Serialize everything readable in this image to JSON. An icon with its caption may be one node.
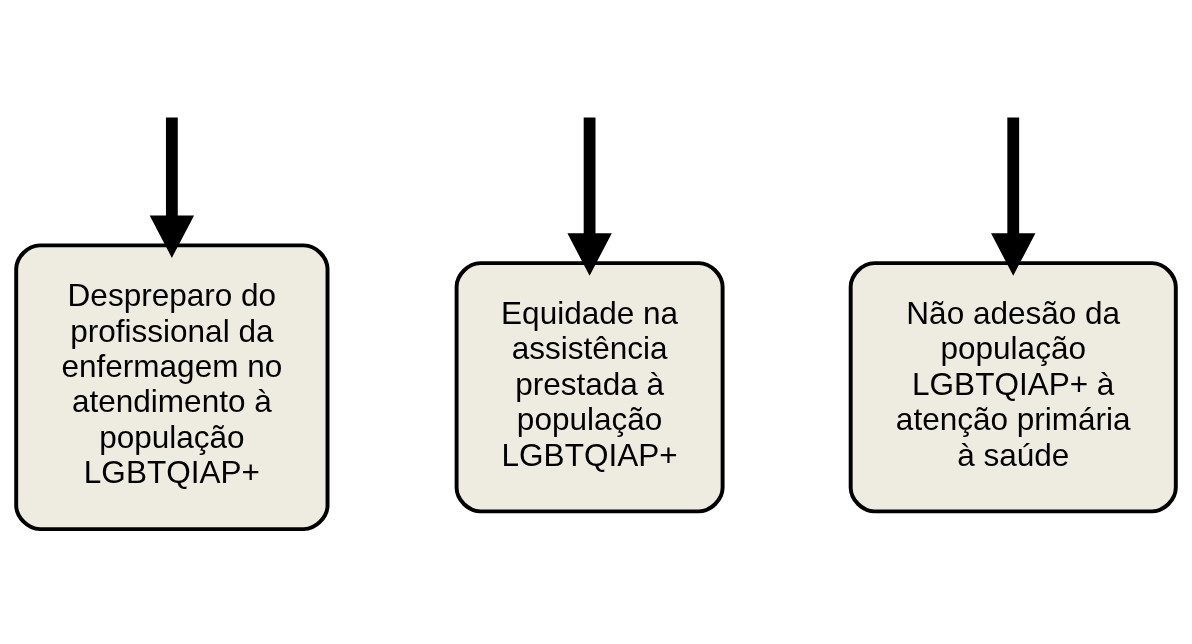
{
  "diagram": {
    "nodes": [
      {
        "text": [
          "Despreparo do profissional da enfermagem no atendimento à população LGBTQIAP+"
        ]
      },
      {
        "text": [
          "Equidade na assistência prestada à população LGBTQIAP+"
        ]
      },
      {
        "text": [
          "Não adesão da população LGBTQIAP+ à atenção primária à saúde"
        ]
      }
    ],
    "edges": [
      {
        "from": null,
        "to": 0,
        "arrow": "to"
      },
      {
        "from": null,
        "to": 1,
        "arrow": "to"
      },
      {
        "from": null,
        "to": 2,
        "arrow": "to"
      }
    ]
  }
}
